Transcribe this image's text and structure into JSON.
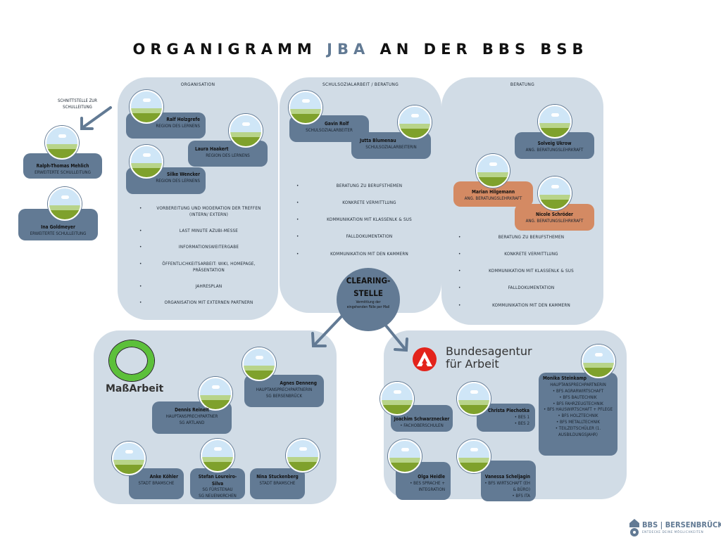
{
  "title": {
    "part1": "ORGANIGRAMM ",
    "accent": "JBA",
    "part2": " AN DER BBS BSB"
  },
  "note": "SCHNITTSTELLE ZUR SCHULLEITUNG",
  "panels": {
    "organisation": "ORGANISATION",
    "schulsozialarbeit": "SCHULSOZIALARBEIT / BERATUNG",
    "beratung": "BERATUNG"
  },
  "people": [
    {
      "name": "Ralph-Thomas Mehlich",
      "role": [
        "ERWEITERTE SCHULLEITUNG"
      ]
    },
    {
      "name": "Ina Goldmeyer",
      "role": [
        "ERWEITERTE SCHULLEITUNG"
      ]
    },
    {
      "name": "Ralf Holzgrefe",
      "role": [
        "REGION DES LERNENS"
      ]
    },
    {
      "name": "Laura Haakert",
      "role": [
        "REGION DES LERNENS"
      ]
    },
    {
      "name": "Silke Wencker",
      "role": [
        "REGION DES LERNENS"
      ]
    },
    {
      "name": "Gavin Rolf",
      "role": [
        "SCHULSOZIALARBEITER"
      ]
    },
    {
      "name": "Jutta Blumenau",
      "role": [
        "SCHULSOZIALARBEITERIN"
      ]
    },
    {
      "name": "Solveig Ukrow",
      "role": [
        "ANG. BERATUNGSLEHRKRAFT"
      ]
    },
    {
      "name": "Marian Hilgemann",
      "role": [
        "ANG. BERATUNGSLEHRKRAFT"
      ]
    },
    {
      "name": "Nicole Schröder",
      "role": [
        "ANG. BERATUNGSLEHRKRAFT"
      ]
    },
    {
      "name": "Agnes Denneng",
      "role": [
        "HAUPTANSPRECHPARTNERIN",
        "SG BERSENBRÜCK"
      ]
    },
    {
      "name": "Dennis Reinelt",
      "role": [
        "HAUPTANSPRECHPARTNER",
        "SG ARTLAND"
      ]
    },
    {
      "name": "Anke Köhler",
      "role": [
        "STADT BRAMSCHE"
      ]
    },
    {
      "name": "Stefan Loureiro-Silva",
      "role": [
        "SG FÜRSTENAU",
        "SG NEUENKIRCHEN"
      ]
    },
    {
      "name": "Nina Stuckenberg",
      "role": [
        "STADT BRAMSCHE"
      ]
    },
    {
      "name": "Joachim Schwarznecker",
      "role": [
        "• FACHOBERSCHULEN"
      ]
    },
    {
      "name": "Christa Piechotka",
      "role": [
        "• BES 1",
        "• BES 2"
      ]
    },
    {
      "name": "Monika Steinkamp",
      "role": [
        "HAUPTANSPRECHPARTNERIN",
        "• BFS AGRARWIRTSCHAFT",
        "• BFS BAUTECHNIK",
        "• BFS FAHRZEUGTECHNIK",
        "• BFS HAUSWIRTSCHAFT + PFLEGE",
        "• BFS HOLZTECHNIK",
        "• BFS METALLTECHNIK",
        "• TEILZEITSCHÜLER (1. AUSBILDUNGSJAHR)"
      ]
    },
    {
      "name": "Olga Heidle",
      "role": [
        "• BES SPRACHE + INTEGRATION"
      ]
    },
    {
      "name": "Vanessa Scheljagin",
      "role": [
        "• BFS WIRTSCHAFT (EH & BÜRO)",
        "• BFS ITA"
      ]
    }
  ],
  "lists": {
    "organisation": [
      "VORBEREITUNG UND MODERATION DER TREFFEN (INTERN/ EXTERN)",
      "LAST MINUTE AZUBI-MESSE",
      "INFORMATIONSWEITERGABE",
      "ÖFFENTLICHKEITSARBEIT: WIKI, HOMEPAGE, PRÄSENTATION",
      "JAHRESPLAN",
      "ORGANISATION MIT EXTERNEN PARTNERN"
    ],
    "schulsozialarbeit": [
      "BERATUNG ZU BERUFSTHEMEN",
      "KONKRETE VERMITTLUNG",
      "KOMMUNIKATION MIT KLASSENLK & SUS",
      "FALLDOKUMENTATION",
      "KOMMUNIKATION MIT DEN KAMMERN"
    ],
    "beratung": [
      "BERATUNG ZU BERUFSTHEMEN",
      "KONKRETE VERMITTLUNG",
      "KOMMUNIKATION MIT KLASSENLK & SUS",
      "FALLDOKUMENTATION",
      "KOMMUNIKATION MIT DEN KAMMERN"
    ]
  },
  "clearing": {
    "line1": "CLEARING-",
    "line2": "STELLE",
    "sub": "Vermittlung der eingehenden Fälle per Mail"
  },
  "logos": {
    "massarbeit": "MaßArbeit",
    "ba_line1": "Bundesagentur",
    "ba_line2": "für Arbeit",
    "bbs": "BBS | BERSENBRÜCK",
    "bbs_tagline": "ENTDECKE DEINE MÖGLICHKEITEN"
  },
  "colors": {
    "panel": "#d1dce6",
    "card": "#627a94",
    "highlight": "#d48a63",
    "accent": "#627a94"
  }
}
